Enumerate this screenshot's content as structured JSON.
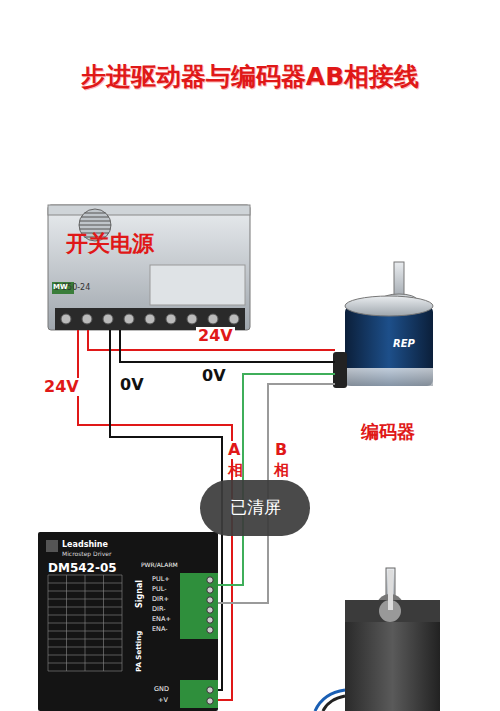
{
  "diagram": {
    "title": "步进驱动器与编码器AB相接线",
    "nodes": [
      {
        "text": [
          "开关电源",
          "S-350-24"
        ]
      },
      {
        "text": [
          "REP",
          "编码器"
        ]
      },
      {
        "text": [
          "Leadshine",
          "Microstep Driver",
          "DM542-05"
        ]
      },
      {
        "text": [
          "已清屏"
        ]
      }
    ],
    "edges": [
      {
        "from": 0,
        "to": 1,
        "label": "24V",
        "arrow": "none"
      },
      {
        "from": 0,
        "to": 1,
        "label": "0V",
        "arrow": "none"
      },
      {
        "from": 0,
        "to": 2,
        "label": "24V",
        "arrow": "none"
      },
      {
        "from": 0,
        "to": 2,
        "label": "0V",
        "arrow": "none"
      },
      {
        "from": 1,
        "to": 2,
        "label": "A",
        "arrow": "none"
      },
      {
        "from": 1,
        "to": 2,
        "label": "B",
        "arrow": "none"
      }
    ],
    "labels": [
      "MW",
      "相",
      "相",
      "PWR/ALARM",
      "PUL+",
      "PUL-",
      "DIR+",
      "DIR-",
      "ENA+",
      "ENA-",
      "Signal",
      "PA Setting",
      "GND",
      "+V"
    ]
  }
}
